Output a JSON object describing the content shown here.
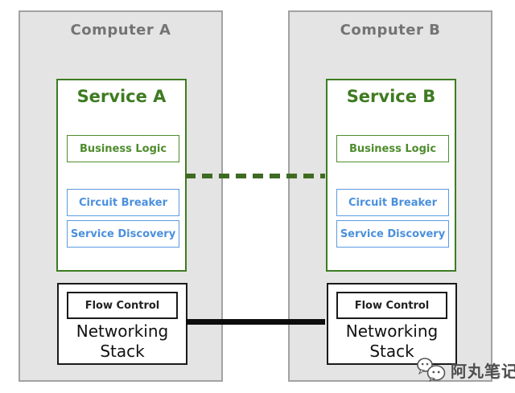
{
  "computers": [
    {
      "title": "Computer A",
      "service": {
        "title": "Service A",
        "modules": [
          {
            "label": "Business Logic",
            "style": "green"
          },
          {
            "label": "Circuit Breaker",
            "style": "blue"
          },
          {
            "label": "Service Discovery",
            "style": "blue"
          }
        ]
      },
      "network": {
        "flow_control_label": "Flow Control",
        "stack_label": "Networking Stack"
      }
    },
    {
      "title": "Computer B",
      "service": {
        "title": "Service B",
        "modules": [
          {
            "label": "Business Logic",
            "style": "green"
          },
          {
            "label": "Circuit Breaker",
            "style": "blue"
          },
          {
            "label": "Service Discovery",
            "style": "blue"
          }
        ]
      },
      "network": {
        "flow_control_label": "Flow Control",
        "stack_label": "Networking Stack"
      }
    }
  ],
  "connections": [
    {
      "type": "dashed",
      "color": "#3e6b21",
      "connects": "Service A - Service B"
    },
    {
      "type": "solid",
      "color": "#0d0d0d",
      "connects": "Networking Stack A - Networking Stack B"
    }
  ],
  "watermark": {
    "text": "阿丸笔记",
    "icon": "chat-bubbles-icon"
  },
  "colors": {
    "computer_fill": "#e4e4e4",
    "computer_border": "#a2a2a2",
    "computer_title": "#747474",
    "service_green": "#3e7b21",
    "module_green": "#4e8c2d",
    "module_blue": "#4a90dd",
    "stack_black": "#1a1a1a",
    "dashed_line": "#3e6b21",
    "solid_line": "#0d0d0d"
  }
}
